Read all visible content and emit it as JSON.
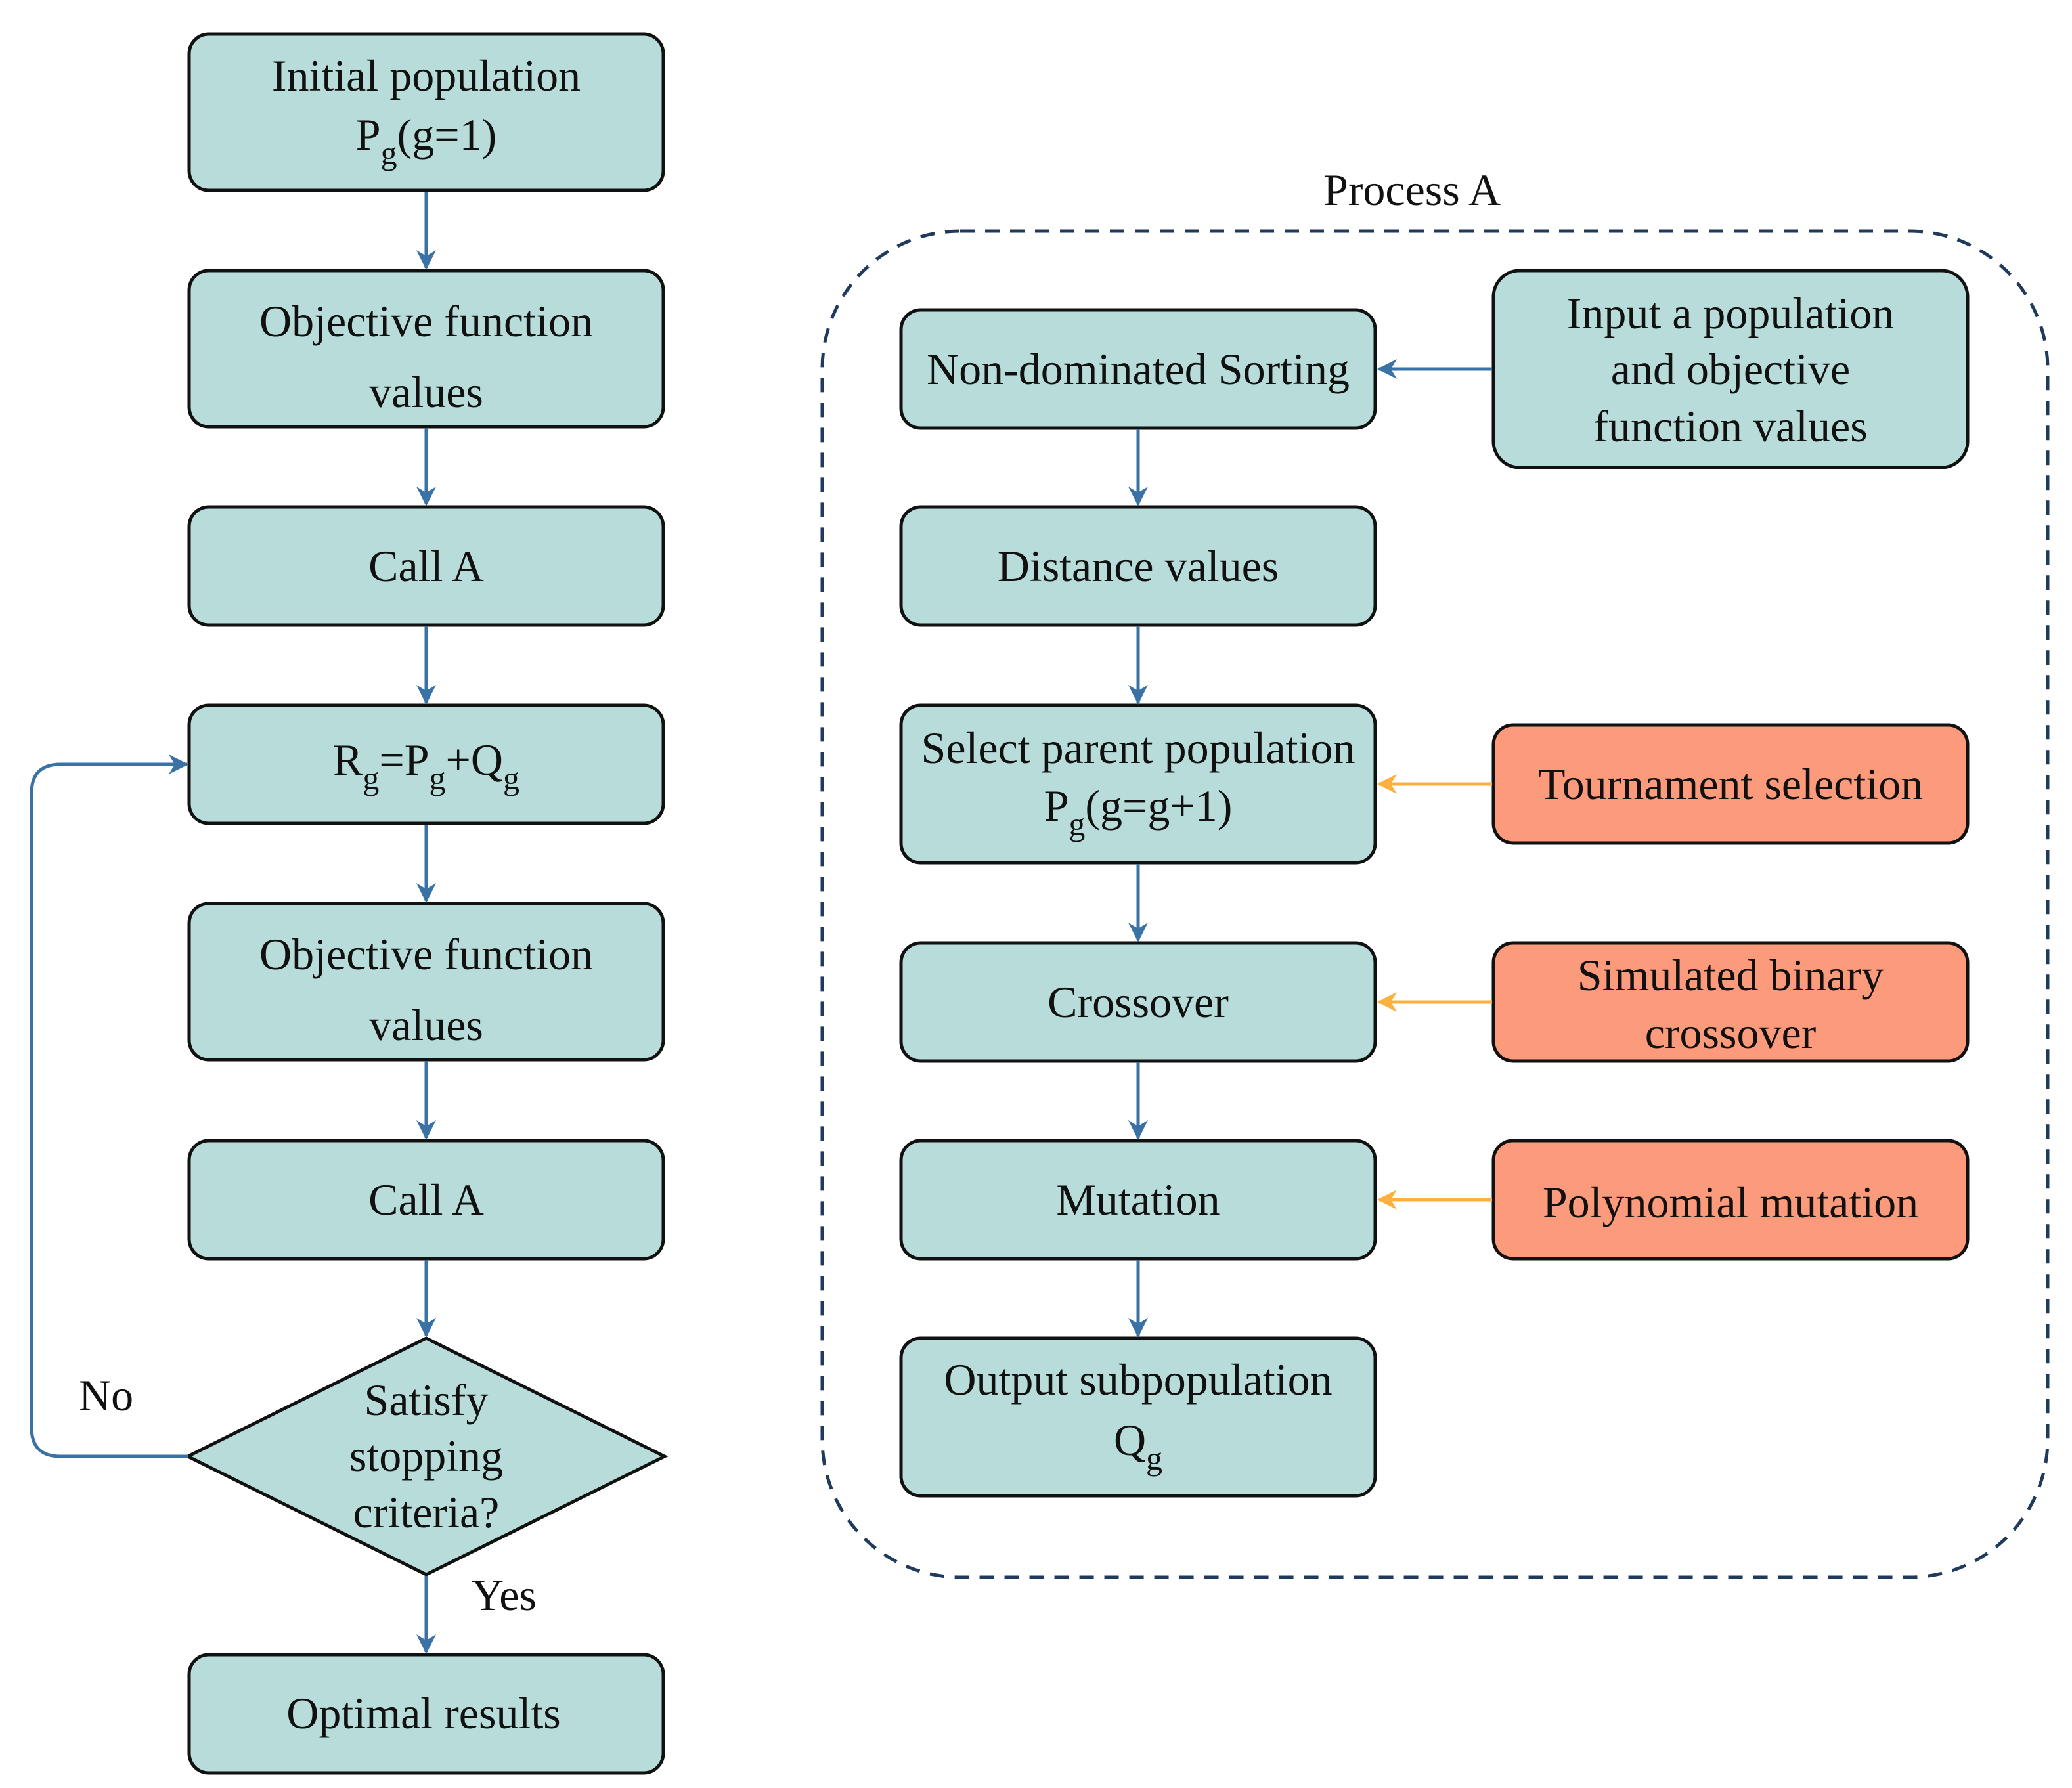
{
  "colors": {
    "box_fill": "#b8dcd9",
    "box_stroke": "#111111",
    "accent_fill": "#fc9a7c",
    "arrow_blue": "#3a72a6",
    "arrow_orange": "#fbb040",
    "dashed_border": "#1f3a5c"
  },
  "main_flow": {
    "initial": {
      "line1": "Initial population",
      "base": "P",
      "sub": "g",
      "rest": "(g=1)"
    },
    "objective_1": {
      "line1": "Objective function",
      "line2": "values"
    },
    "call_a_1": {
      "label": "Call A"
    },
    "combine": {
      "r": "R",
      "g1": "g",
      "eq_p": "=P",
      "g2": "g",
      "plus_q": "+Q",
      "g3": "g"
    },
    "objective_2": {
      "line1": "Objective function",
      "line2": "values"
    },
    "call_a_2": {
      "label": "Call A"
    },
    "decision": {
      "line1": "Satisfy",
      "line2": "stopping",
      "line3": "criteria?"
    },
    "no_label": "No",
    "yes_label": "Yes",
    "optimal": {
      "label": "Optimal results"
    }
  },
  "process_a": {
    "title": "Process A",
    "sorting": {
      "label": "Non-dominated Sorting"
    },
    "input": {
      "line1": "Input a population",
      "line2": "and objective",
      "line3": "function values"
    },
    "distance": {
      "label": "Distance values"
    },
    "select_parent": {
      "line1": "Select parent population",
      "base": "P",
      "sub": "g",
      "rest": "(g=g+1)"
    },
    "tournament": {
      "label": "Tournament selection"
    },
    "crossover": {
      "label": "Crossover"
    },
    "sbx": {
      "line1": "Simulated binary",
      "line2": "crossover"
    },
    "mutation": {
      "label": "Mutation"
    },
    "poly_mutation": {
      "label": "Polynomial mutation"
    },
    "output": {
      "line1": "Output subpopulation",
      "base": "Q",
      "sub": "g"
    }
  }
}
